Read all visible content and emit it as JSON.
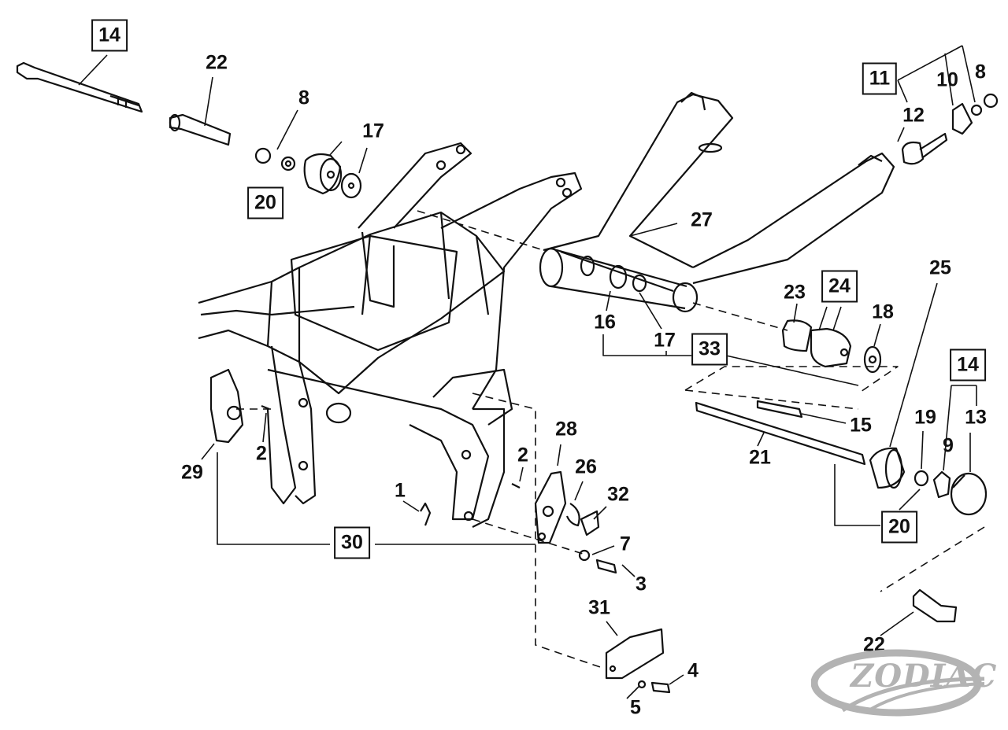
{
  "diagram": {
    "callouts": [
      "14",
      "22",
      "8",
      "17",
      "20",
      "11",
      "10",
      "8",
      "12",
      "27",
      "25",
      "23",
      "24",
      "18",
      "16",
      "17",
      "33",
      "14",
      "15",
      "19",
      "13",
      "9",
      "21",
      "20",
      "28",
      "26",
      "32",
      "2",
      "2",
      "29",
      "1",
      "30",
      "7",
      "3",
      "31",
      "22",
      "4",
      "5"
    ],
    "logo": {
      "text": "ZODIAC",
      "color": "#b3b3b3"
    },
    "line_color": "#111111"
  }
}
